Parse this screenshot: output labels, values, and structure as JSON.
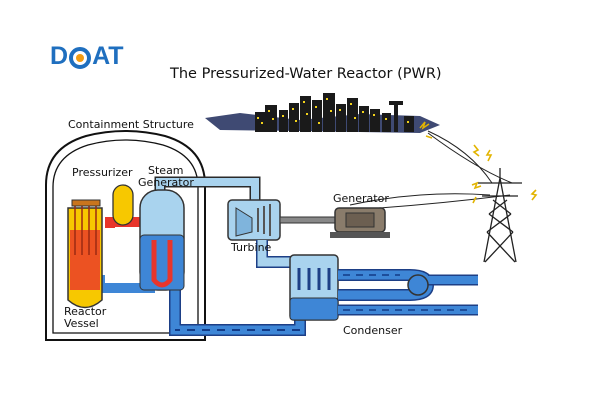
{
  "logo": {
    "text_left": "D",
    "text_right": "AT"
  },
  "title": "The Pressurized-Water Reactor (PWR)",
  "labels": {
    "containment": "Containment Structure",
    "pressurizer": "Pressurizer",
    "steam_generator_1": "Steam",
    "steam_generator_2": "Generator",
    "generator": "Generator",
    "turbine": "Turbine",
    "reactor_vessel_1": "Reactor",
    "reactor_vessel_2": "Vessel",
    "condenser": "Condenser"
  },
  "colors": {
    "brand": "#1f6fbf",
    "hot_coolant": "#e8352b",
    "core": "#f7c800",
    "cool_water": "#3e86d6",
    "steam": "#a9d3ee",
    "city": "#1a1a1a",
    "city_lights": "#f2d21b"
  }
}
